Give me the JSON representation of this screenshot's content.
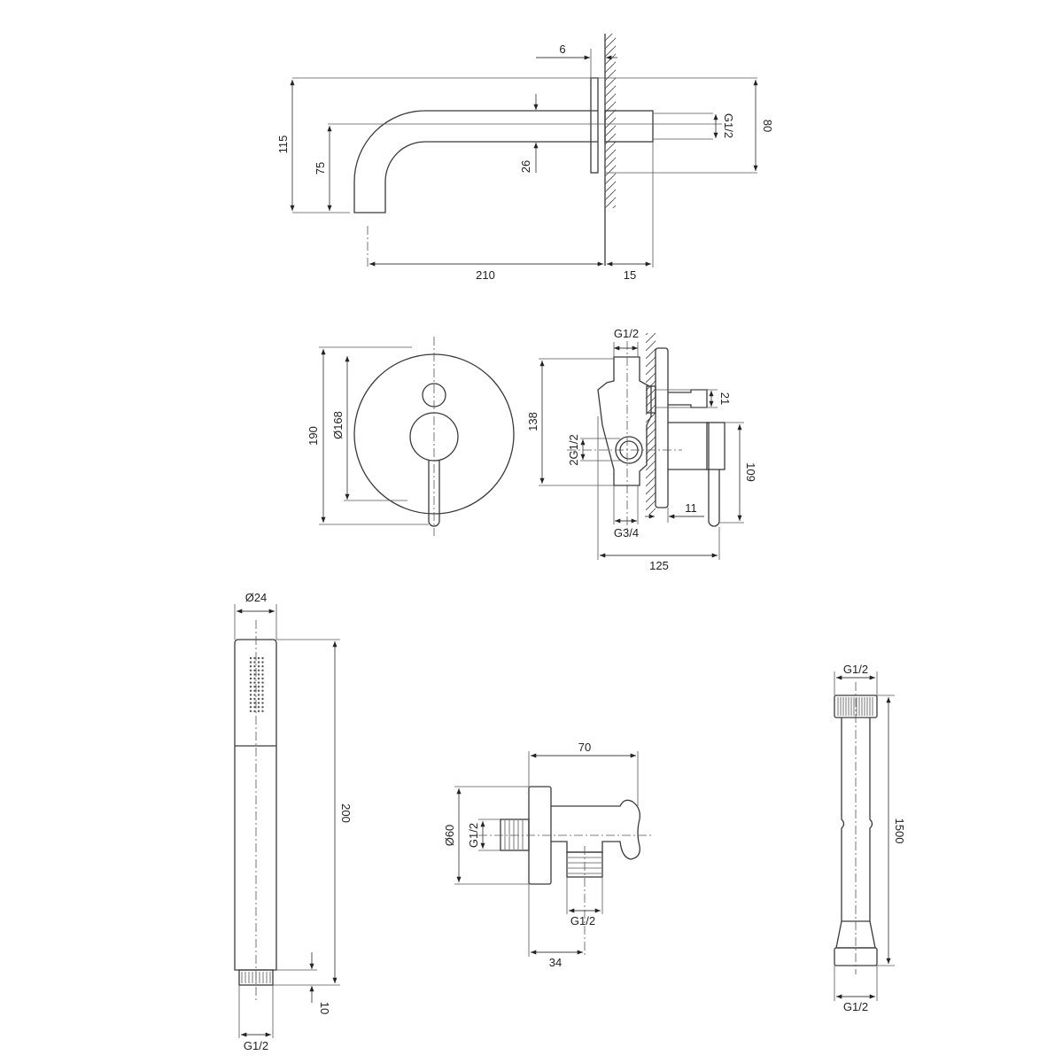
{
  "title": "Concealed bath/shower mixer set – dimension drawing",
  "colors": {
    "line": "#3a3a3a",
    "background": "#ffffff"
  },
  "views": {
    "spout": {
      "wall_gap": "6",
      "overall_height": "115",
      "axis_height": "75",
      "tube_diameter": "26",
      "thread": "G1/2",
      "plate_height": "80",
      "projection": "210",
      "connector_length": "15"
    },
    "mixer_front": {
      "overall_height": "190",
      "plate_diameter": "Ø168"
    },
    "mixer_side": {
      "top_thread": "G1/2",
      "body_height": "138",
      "stem_diameter": "21",
      "side_thread": "2G1/2",
      "handle_height": "109",
      "plate_gap": "11",
      "bottom_thread": "G3/4",
      "overall_depth": "125"
    },
    "hand_shower": {
      "diameter": "Ø24",
      "length": "200",
      "thread_length": "10",
      "thread": "G1/2"
    },
    "wall_outlet": {
      "depth": "70",
      "plate_diameter": "Ø60",
      "inlet_thread": "G1/2",
      "outlet_thread": "G1/2",
      "outlet_offset": "34"
    },
    "hose": {
      "top_thread": "G1/2",
      "length": "1500",
      "bottom_thread": "G1/2"
    }
  }
}
